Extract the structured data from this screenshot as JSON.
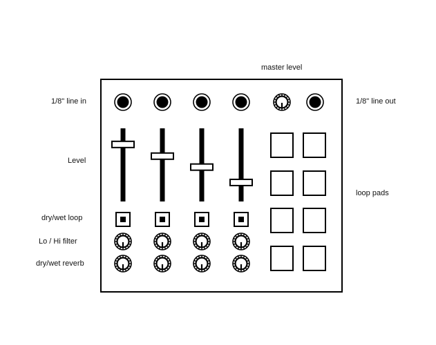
{
  "labels": {
    "master_level": "master level",
    "line_in": "1/8\" line in",
    "line_out": "1/8\" line out",
    "level": "Level",
    "loop_pads": "loop pads",
    "dry_wet_loop": "dry/wet loop",
    "lo_hi_filter": "Lo / Hi filter",
    "dry_wet_reverb": "dry/wet reverb"
  },
  "channels": [
    {
      "id": 1,
      "level": 0.78
    },
    {
      "id": 2,
      "level": 0.62
    },
    {
      "id": 3,
      "level": 0.47
    },
    {
      "id": 4,
      "level": 0.26
    }
  ],
  "pads": {
    "rows": 4,
    "cols": 2
  },
  "icons": {
    "jack": "audio-jack-icon",
    "knob": "knob-icon",
    "toggle": "square-toggle-icon"
  },
  "colors": {
    "ink": "#000000",
    "background": "#ffffff"
  }
}
